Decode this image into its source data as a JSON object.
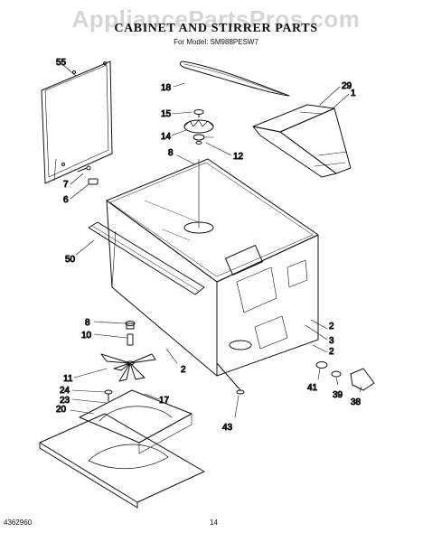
{
  "watermark": "AppliancePartsPros.com",
  "header": {
    "title": "CABINET AND STIRRER PARTS",
    "subtitle": "For Model: SM988PESW7"
  },
  "callouts": {
    "c55": "55",
    "c18": "18",
    "c29": "29",
    "c1": "1",
    "c15": "15",
    "c14": "14",
    "c12": "12",
    "c8a": "8",
    "c7": "7",
    "c6": "6",
    "c50": "50",
    "c8b": "8",
    "c10": "10",
    "c2a": "2",
    "c3": "3",
    "c2b": "2",
    "c2c": "2",
    "c11": "11",
    "c24": "24",
    "c23": "23",
    "c20": "20",
    "c17": "17",
    "c41": "41",
    "c39": "39",
    "c38": "38",
    "c43": "43"
  },
  "footer": {
    "doc_number": "4362960",
    "page_number": "14"
  }
}
